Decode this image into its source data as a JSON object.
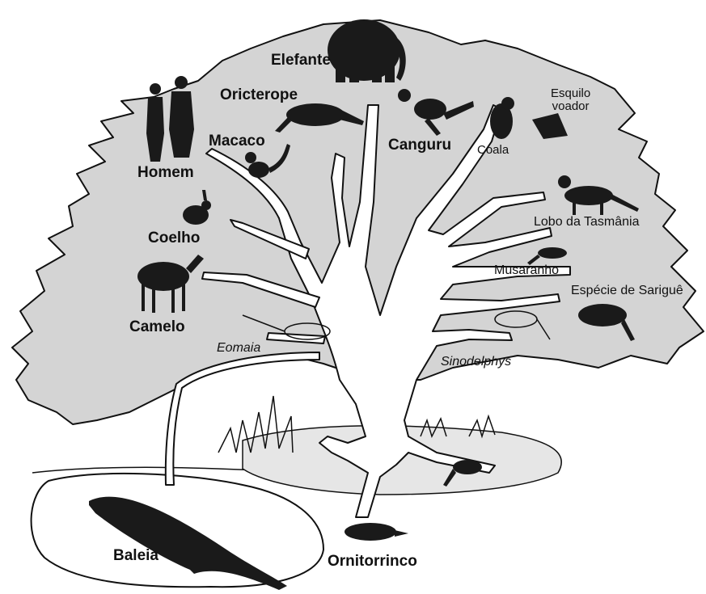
{
  "labels": {
    "elefante": "Elefante",
    "oricterope": "Oricterope",
    "macaco": "Macaco",
    "homem": "Homem",
    "canguru": "Canguru",
    "coala": "Coala",
    "esquilo_voador": "Esquilo\nvoador",
    "coelho": "Coelho",
    "lobo_tasmania": "Lobo da Tasmânia",
    "musaranho": "Musaranho",
    "especie_sarigue": "Espécie de Sariguê",
    "camelo": "Camelo",
    "eomaia": "Eomaia",
    "sinodelphys": "Sinodelphys",
    "baleia": "Baleia",
    "ornitorrinco": "Ornitorrinco"
  },
  "colors": {
    "canopy": "#d4d4d4",
    "trunk": "#ffffff",
    "outline": "#111111",
    "silhouette": "#1a1a1a"
  },
  "icons": [
    "elephant",
    "human-pair",
    "aardvark",
    "monkey",
    "kangaroo",
    "koala",
    "flying-squirrel",
    "rabbit",
    "tasmanian-wolf",
    "shrew",
    "opossum",
    "camel",
    "eomaia-fossil",
    "sinodelphys-fossil",
    "whale",
    "platypus",
    "small-mammal",
    "grass"
  ]
}
